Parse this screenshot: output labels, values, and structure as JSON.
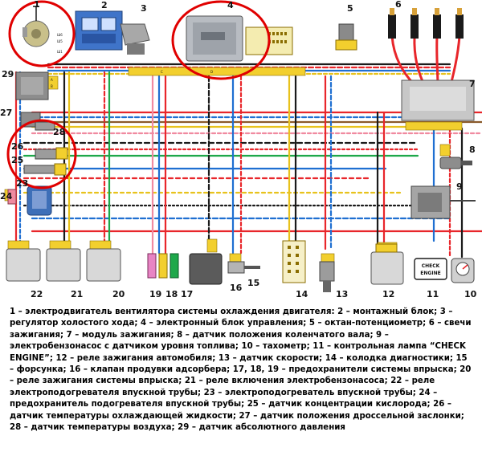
{
  "components": [
    {
      "n": "1",
      "label": "1"
    },
    {
      "n": "2",
      "label": "2"
    },
    {
      "n": "3",
      "label": "3"
    },
    {
      "n": "4",
      "label": "4"
    },
    {
      "n": "5",
      "label": "5"
    },
    {
      "n": "6",
      "label": "6"
    },
    {
      "n": "7",
      "label": "7"
    },
    {
      "n": "8",
      "label": "8"
    },
    {
      "n": "9",
      "label": "9"
    },
    {
      "n": "10",
      "label": "10"
    },
    {
      "n": "11",
      "label": "11"
    },
    {
      "n": "12",
      "label": "12"
    },
    {
      "n": "13",
      "label": "13"
    },
    {
      "n": "14",
      "label": "14"
    },
    {
      "n": "15",
      "label": "15"
    },
    {
      "n": "16",
      "label": "16"
    },
    {
      "n": "17",
      "label": "17"
    },
    {
      "n": "18",
      "label": "18"
    },
    {
      "n": "19",
      "label": "19"
    },
    {
      "n": "20",
      "label": "20"
    },
    {
      "n": "21",
      "label": "21"
    },
    {
      "n": "22",
      "label": "22"
    },
    {
      "n": "23",
      "label": "23"
    },
    {
      "n": "24",
      "label": "24"
    },
    {
      "n": "25",
      "label": "25"
    },
    {
      "n": "26",
      "label": "26"
    },
    {
      "n": "27",
      "label": "27"
    },
    {
      "n": "28",
      "label": "28"
    },
    {
      "n": "29",
      "label": "29"
    }
  ],
  "check_engine": {
    "line1": "CHECK",
    "line2": "ENGINE"
  },
  "connector_marks": {
    "sh6": "Ш6",
    "sh5": "Ш5",
    "sh1": "Ш1",
    "a": "A",
    "b": "B",
    "c": "C",
    "d": "D"
  },
  "legend": "1 – электродвигатель вентилятора системы охлаждения двигателя: 2 – монтажный блок; 3 – регулятор холостого хода; 4 – электронный блок управления; 5 – октан-потенциометр; 6 – свечи зажигания; 7 – модуль зажигания; 8 – датчик положения коленчатого вала; 9 – электробензонасос с датчиком уровня топлива; 10 – тахометр; 11 – контрольная лампа “CHECK ENGINE”; 12 – реле зажигания автомобиля; 13 – датчик скорости; 14 – колодка диагностики; 15 – форсунка; 16 – клапан продувки адсорбера; 17, 18, 19 – предохранители системы впрыска; 20 – реле зажигания системы впрыска; 21 – реле включения электробензонасоса; 22 – реле электроподогревателя впускной трубы; 23 – электроподогреватель впускной трубы; 24 – предохранитель подогревателя впускной трубы; 25 – датчик концентрации кислорода; 26 – датчик температуры охлаждающей жидкости; 27 – датчик положения дроссельной заслонки; 28 – датчик температуры воздуха; 29 – датчик абсолютного давления",
  "colors": {
    "red": "#e8262b",
    "blue": "#1f6fd1",
    "yellow": "#e8c21c",
    "black": "#1a1a1a",
    "green": "#1ea84a",
    "brown": "#8a5a2b",
    "pink": "#f08aa0",
    "orange": "#f29a1c",
    "highlight": "#e00000"
  }
}
